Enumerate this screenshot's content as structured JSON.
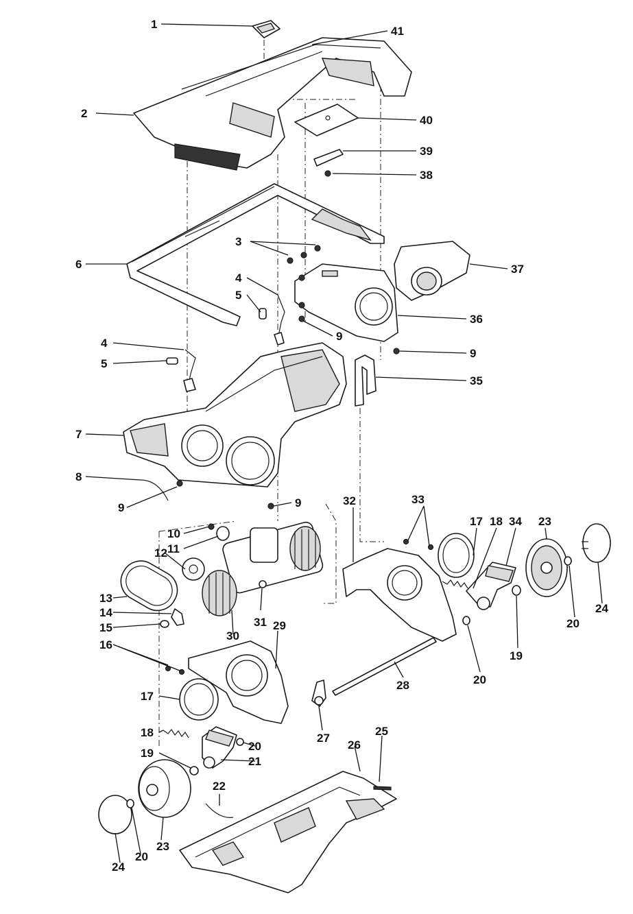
{
  "callouts": {
    "c1": "1",
    "c2": "2",
    "c3": "3",
    "c4a": "4",
    "c4b": "4",
    "c5a": "5",
    "c5b": "5",
    "c6": "6",
    "c7": "7",
    "c8": "8",
    "c9a": "9",
    "c9b": "9",
    "c9c": "9",
    "c9d": "9",
    "c10": "10",
    "c11": "11",
    "c12": "12",
    "c13": "13",
    "c14": "14",
    "c15": "15",
    "c16": "16",
    "c17a": "17",
    "c17b": "17",
    "c18a": "18",
    "c18b": "18",
    "c19a": "19",
    "c19b": "19",
    "c20a": "20",
    "c20b": "20",
    "c20c": "20",
    "c20d": "20",
    "c21": "21",
    "c22": "22",
    "c23a": "23",
    "c23b": "23",
    "c24a": "24",
    "c24b": "24",
    "c25": "25",
    "c26": "26",
    "c27": "27",
    "c28": "28",
    "c29": "29",
    "c30": "30",
    "c31": "31",
    "c32": "32",
    "c33": "33",
    "c34": "34",
    "c35": "35",
    "c36": "36",
    "c37": "37",
    "c38": "38",
    "c39": "39",
    "c40": "40",
    "c41": "41"
  }
}
